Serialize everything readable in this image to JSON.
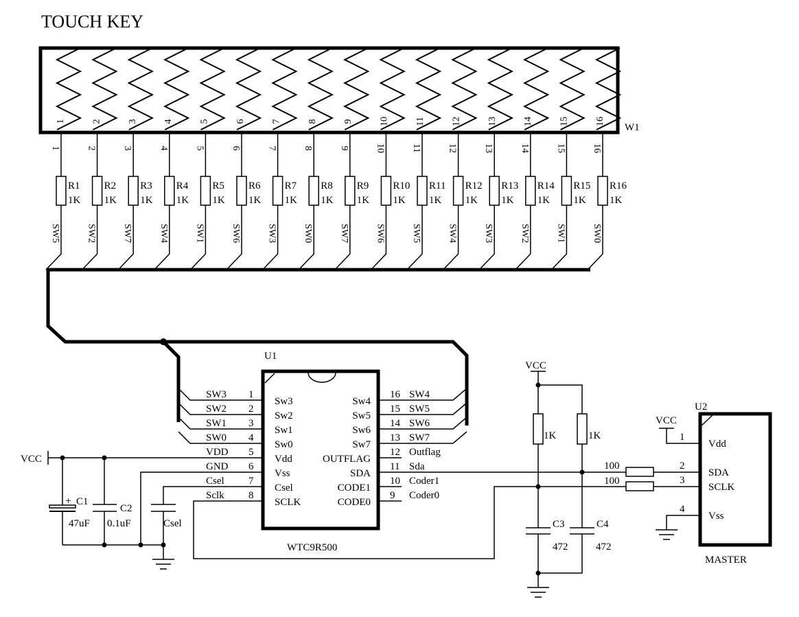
{
  "title": "TOUCH KEY",
  "keypad": {
    "ref": "W1",
    "pads": [
      "1",
      "2",
      "3",
      "4",
      "5",
      "6",
      "7",
      "8",
      "9",
      "10",
      "11",
      "12",
      "13",
      "14",
      "15",
      "16"
    ]
  },
  "resistors": [
    {
      "ref": "R1",
      "value": "1K",
      "pin": "1",
      "net": "SW5"
    },
    {
      "ref": "R2",
      "value": "1K",
      "pin": "2",
      "net": "SW2"
    },
    {
      "ref": "R3",
      "value": "1K",
      "pin": "3",
      "net": "SW7"
    },
    {
      "ref": "R4",
      "value": "1K",
      "pin": "4",
      "net": "SW4"
    },
    {
      "ref": "R5",
      "value": "1K",
      "pin": "5",
      "net": "SW1"
    },
    {
      "ref": "R6",
      "value": "1K",
      "pin": "6",
      "net": "SW6"
    },
    {
      "ref": "R7",
      "value": "1K",
      "pin": "7",
      "net": "SW3"
    },
    {
      "ref": "R8",
      "value": "1K",
      "pin": "8",
      "net": "SW0"
    },
    {
      "ref": "R9",
      "value": "1K",
      "pin": "9",
      "net": "SW7"
    },
    {
      "ref": "R10",
      "value": "1K",
      "pin": "10",
      "net": "SW6"
    },
    {
      "ref": "R11",
      "value": "1K",
      "pin": "11",
      "net": "SW5"
    },
    {
      "ref": "R12",
      "value": "1K",
      "pin": "12",
      "net": "SW4"
    },
    {
      "ref": "R13",
      "value": "1K",
      "pin": "13",
      "net": "SW3"
    },
    {
      "ref": "R14",
      "value": "1K",
      "pin": "14",
      "net": "SW2"
    },
    {
      "ref": "R15",
      "value": "1K",
      "pin": "15",
      "net": "SW1"
    },
    {
      "ref": "R16",
      "value": "1K",
      "pin": "16",
      "net": "SW0"
    }
  ],
  "u1": {
    "ref": "U1",
    "part": "WTC9R500",
    "left_pins": [
      {
        "num": "1",
        "name": "Sw3",
        "net": "SW3"
      },
      {
        "num": "2",
        "name": "Sw2",
        "net": "SW2"
      },
      {
        "num": "3",
        "name": "Sw1",
        "net": "SW1"
      },
      {
        "num": "4",
        "name": "Sw0",
        "net": "SW0"
      },
      {
        "num": "5",
        "name": "Vdd",
        "net": "VDD"
      },
      {
        "num": "6",
        "name": "Vss",
        "net": "GND"
      },
      {
        "num": "7",
        "name": "Csel",
        "net": "Csel"
      },
      {
        "num": "8",
        "name": "SCLK",
        "net": "Sclk"
      }
    ],
    "right_pins": [
      {
        "num": "16",
        "name": "Sw4",
        "net": "SW4"
      },
      {
        "num": "15",
        "name": "Sw5",
        "net": "SW5"
      },
      {
        "num": "14",
        "name": "Sw6",
        "net": "SW6"
      },
      {
        "num": "13",
        "name": "Sw7",
        "net": "SW7"
      },
      {
        "num": "12",
        "name": "OUTFLAG",
        "net": "Outflag"
      },
      {
        "num": "11",
        "name": "SDA",
        "net": "Sda"
      },
      {
        "num": "10",
        "name": "CODE1",
        "net": "Coder1"
      },
      {
        "num": "9",
        "name": "CODE0",
        "net": "Coder0"
      }
    ]
  },
  "u2": {
    "ref": "U2",
    "part": "MASTER",
    "pins": [
      {
        "num": "1",
        "name": "Vdd"
      },
      {
        "num": "2",
        "name": "SDA"
      },
      {
        "num": "3",
        "name": "SCLK"
      },
      {
        "num": "4",
        "name": "Vss"
      }
    ]
  },
  "power": {
    "vcc": "VCC"
  },
  "caps": {
    "c1": {
      "ref": "C1",
      "value": "47uF",
      "polarity": "+"
    },
    "c2": {
      "ref": "C2",
      "value": "0.1uF"
    },
    "csel": {
      "value": "Csel"
    },
    "c3": {
      "ref": "C3",
      "value": "472"
    },
    "c4": {
      "ref": "C4",
      "value": "472"
    }
  },
  "pullups": [
    "1K",
    "1K"
  ],
  "series": [
    "100",
    "100"
  ]
}
